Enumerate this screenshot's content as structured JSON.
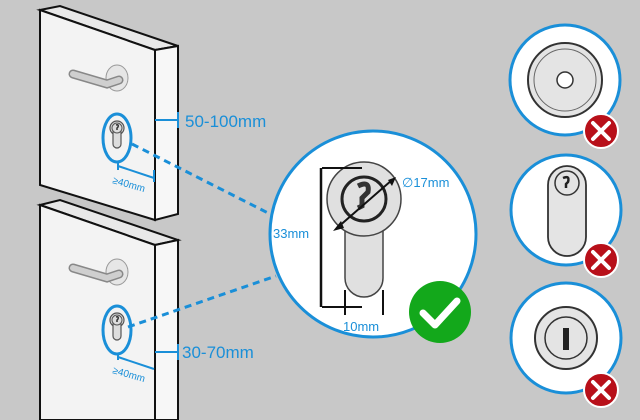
{
  "doors": [
    {
      "thickness_label": "50-100mm",
      "backset_label": "≥40mm"
    },
    {
      "thickness_label": "30-70mm",
      "backset_label": "≥40mm"
    }
  ],
  "detail": {
    "height_label": "33mm",
    "diameter_label": "∅17mm",
    "width_label": "10mm",
    "status": "correct-check-icon"
  },
  "wrong_examples": [
    {
      "type": "round-cylinder",
      "status": "wrong-x-icon"
    },
    {
      "type": "oval-cylinder",
      "status": "wrong-x-icon"
    },
    {
      "type": "round-single-cylinder",
      "status": "wrong-x-icon"
    }
  ],
  "colors": {
    "accent": "#1a8fd8",
    "ok": "#13a81b",
    "wrong": "#b8101a",
    "background": "#c8c8c8"
  }
}
